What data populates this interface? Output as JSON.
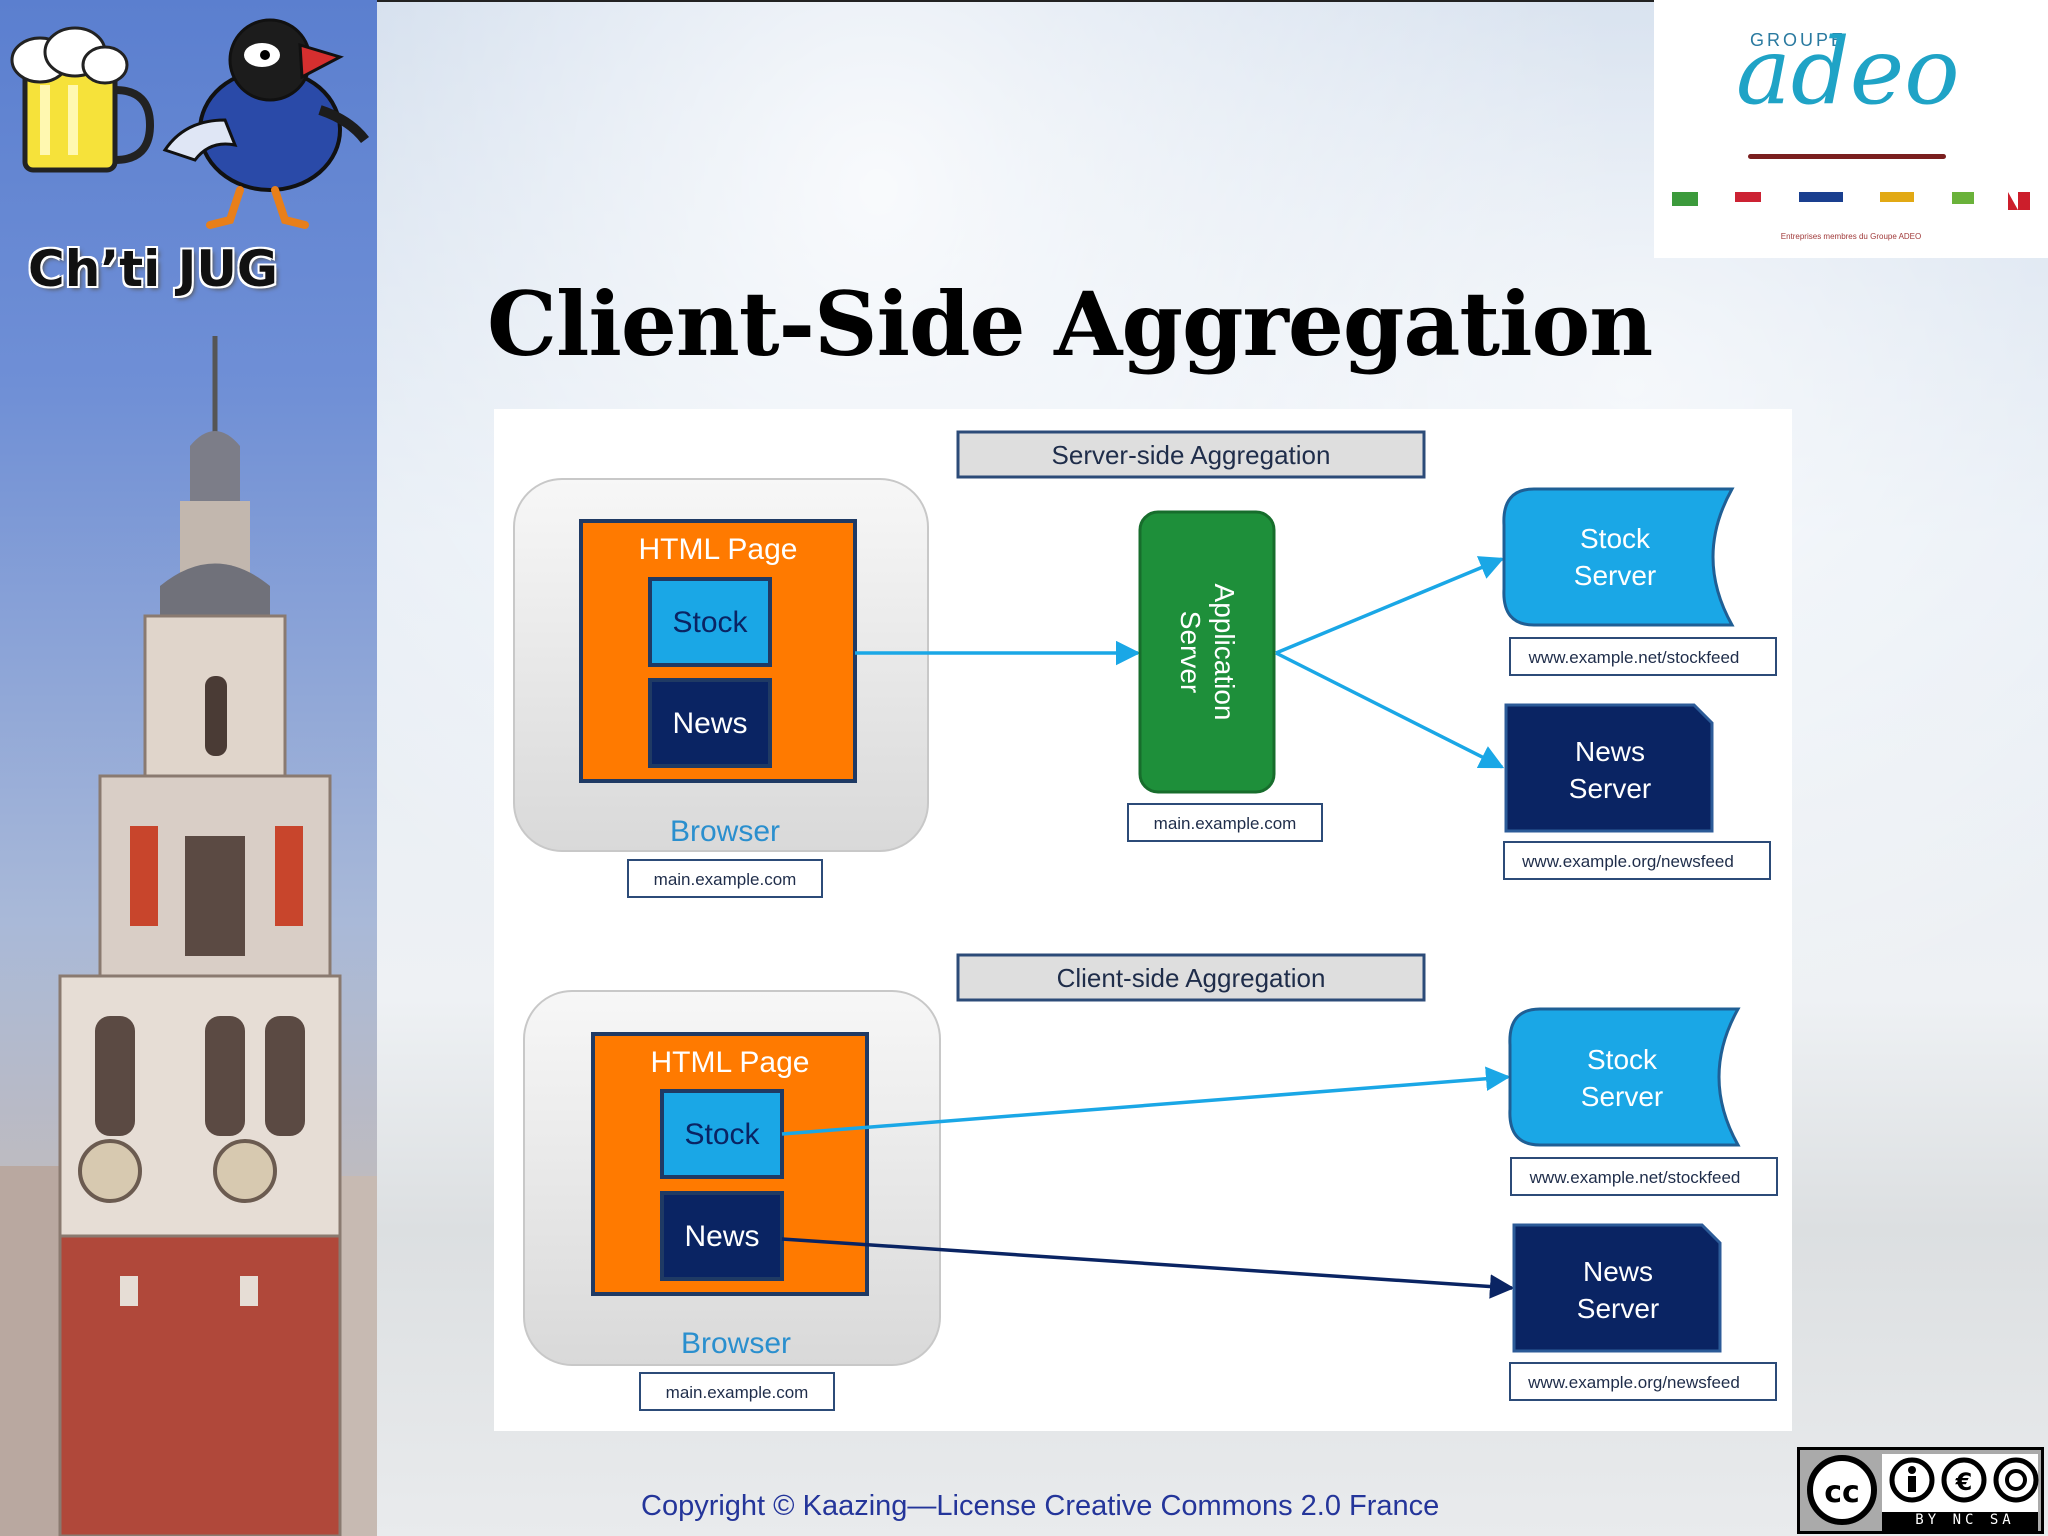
{
  "sidebar": {
    "title": "Ch’ti JUG"
  },
  "sponsor": {
    "brand_top": "GROUPE",
    "brand_main": "adeo",
    "members_caption": "Entreprises membres du Groupe ADEO"
  },
  "slide": {
    "title": "Client-Side Aggregation"
  },
  "diagram": {
    "server_side": {
      "heading": "Server-side Aggregation",
      "html_page": "HTML Page",
      "stock_widget": "Stock",
      "news_widget": "News",
      "browser_label": "Browser",
      "browser_domain": "main.example.com",
      "app_server_line1": "Application",
      "app_server_line2": "Server",
      "app_server_domain": "main.example.com",
      "stock_server_line1": "Stock",
      "stock_server_line2": "Server",
      "stock_url": "www.example.net/stockfeed",
      "news_server_line1": "News",
      "news_server_line2": "Server",
      "news_url": "www.example.org/newsfeed"
    },
    "client_side": {
      "heading": "Client-side Aggregation",
      "html_page": "HTML Page",
      "stock_widget": "Stock",
      "news_widget": "News",
      "browser_label": "Browser",
      "browser_domain": "main.example.com",
      "stock_server_line1": "Stock",
      "stock_server_line2": "Server",
      "stock_url": "www.example.net/stockfeed",
      "news_server_line1": "News",
      "news_server_line2": "Server",
      "news_url": "www.example.org/newsfeed"
    }
  },
  "footer": {
    "copyright": "Copyright © Kaazing—License Creative Commons 2.0 France"
  },
  "license": {
    "badge_text": "BY NC SA"
  },
  "colors": {
    "orange": "#ff7a00",
    "light_blue": "#1aa7e6",
    "navy": "#0a2463",
    "green": "#1e8f3a",
    "footer_text": "#24359a"
  }
}
